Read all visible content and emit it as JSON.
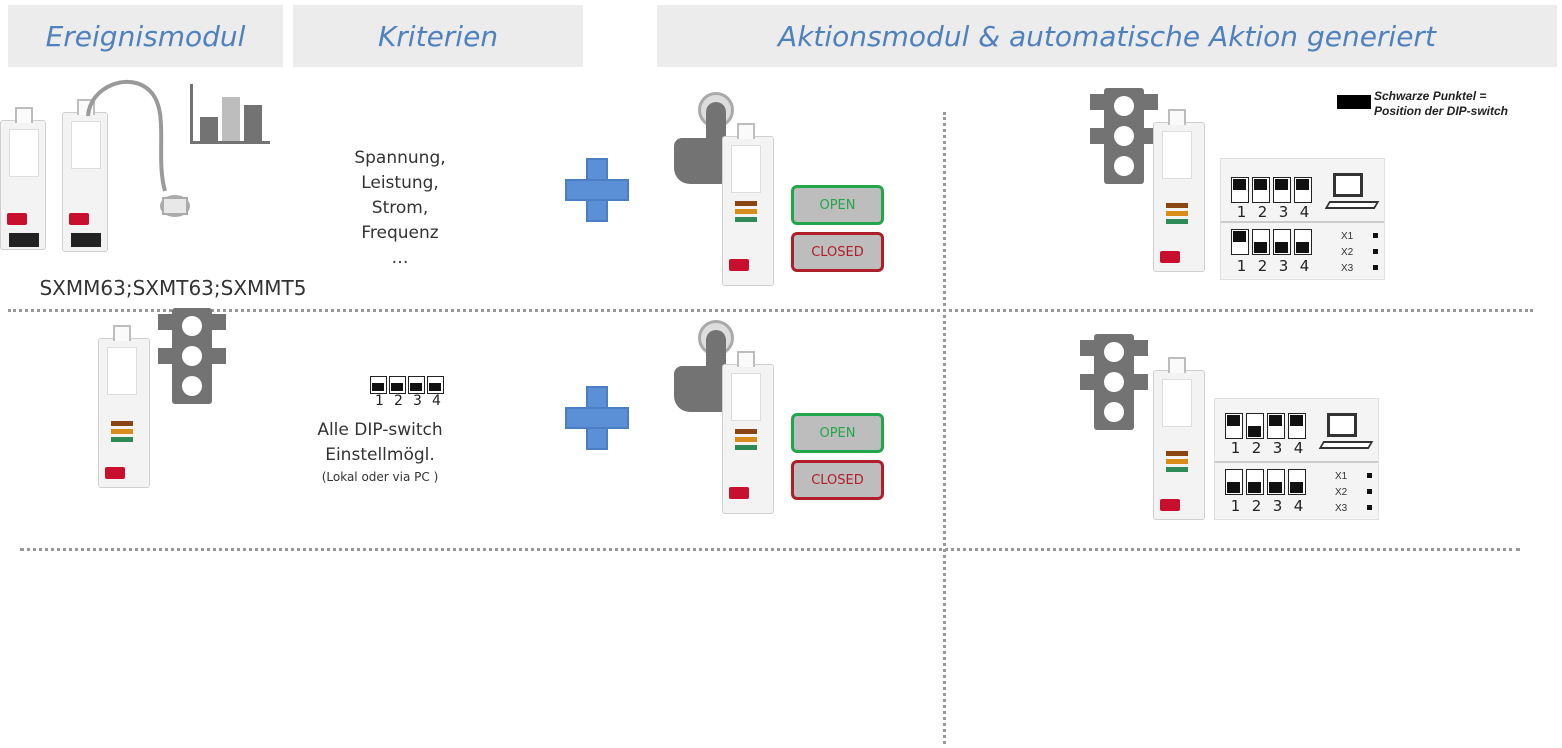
{
  "headers": {
    "event_module": "Ereignismodul",
    "criteria": "Kriterien",
    "action_module": "Aktionsmodul & automatische Aktion generiert"
  },
  "legend": {
    "line1": "Schwarze Punktel =",
    "line2": "Position der DIP-switch"
  },
  "row1": {
    "devices_label": "SXMM63;SXMT63;SXMMT5",
    "criteria_lines": [
      "Spannung,",
      "Leistung,",
      "Strom,",
      "Frequenz",
      "…"
    ],
    "open_label": "OPEN",
    "closed_label": "CLOSED",
    "dip_top": [
      "1",
      "2",
      "3",
      "4"
    ],
    "dip_bottom": [
      "1",
      "2",
      "3",
      "4"
    ],
    "x_labels": [
      "X1",
      "X2",
      "X3"
    ]
  },
  "row2": {
    "dip_labels": [
      "1",
      "2",
      "3",
      "4"
    ],
    "criteria_line1": "Alle DIP-switch",
    "criteria_line2": "Einstellmögl.",
    "criteria_small": "(Lokal oder via PC )",
    "open_label": "OPEN",
    "closed_label": "CLOSED",
    "dip_top": [
      "1",
      "2",
      "3",
      "4"
    ],
    "dip_bottom": [
      "1",
      "2",
      "3",
      "4"
    ],
    "x_labels": [
      "X1",
      "X2",
      "X3"
    ]
  },
  "colors": {
    "header_text": "#4f81bd",
    "open": "#22a64a",
    "closed": "#b01e2a",
    "plus": "#5b8fd6",
    "icon_gray": "#737373"
  },
  "icons": [
    "bar-chart-icon",
    "traffic-light-icon",
    "plus-icon",
    "hand-pointer-icon",
    "dip-switch-icon",
    "pc-monitor-icon"
  ]
}
